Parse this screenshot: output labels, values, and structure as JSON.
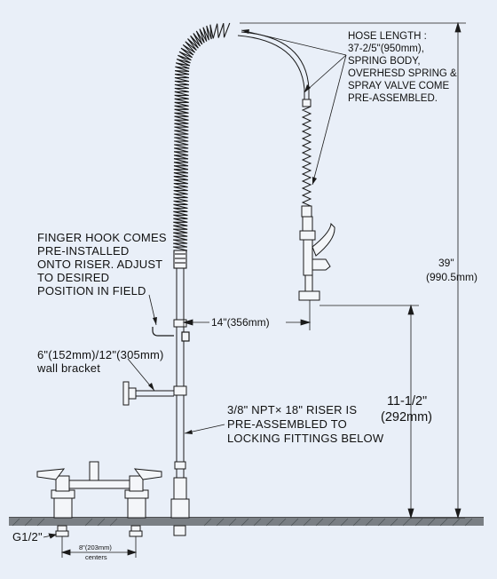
{
  "annotations": {
    "hose_length": [
      "HOSE LENGTH :",
      "37-2/5\"(950mm),",
      "SPRING BODY,",
      "OVERHESD SPRING &",
      "SPRAY VALVE COME",
      "PRE-ASSEMBLED."
    ],
    "finger_hook": [
      "FINGER HOOK COMES",
      "PRE-INSTALLED",
      "ONTO RISER. ADJUST",
      "TO DESIRED",
      "POSITION IN FIELD"
    ],
    "wall_bracket": [
      "6\"(152mm)/12\"(305mm)",
      "wall bracket"
    ],
    "riser": [
      "3/8\" NPT× 18\" RISER IS",
      "PRE-ASSEMBLED TO",
      "LOCKING FITTINGS BELOW"
    ]
  },
  "dimensions": {
    "total_height": [
      "39\"",
      "(990.5mm)"
    ],
    "spray_height": [
      "11-1/2\"",
      "(292mm)"
    ],
    "reach": "14\"(356mm)",
    "inlet_thread": "G1/2\"",
    "centers": [
      "8\"(203mm)",
      "centers"
    ]
  },
  "colors": {
    "background": "#e9eff8",
    "line": "#1a1a1a",
    "counter": "#6f7479"
  }
}
